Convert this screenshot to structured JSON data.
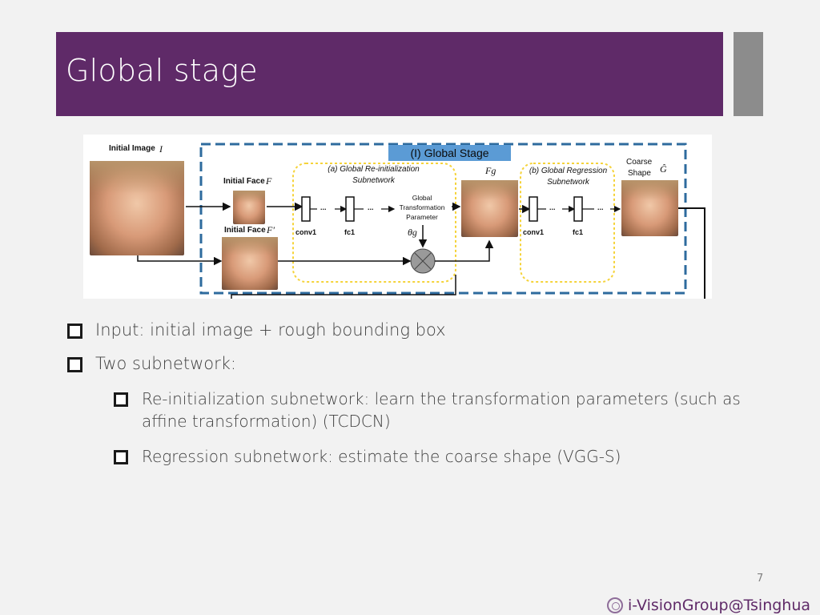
{
  "slide": {
    "title": "Global stage",
    "page_number": "7",
    "footer": "i-VisionGroup@Tsinghua"
  },
  "figure": {
    "stage_title": "(I) Global Stage",
    "initial_image": "Initial Image",
    "initial_image_sym": "I",
    "initial_face": "Initial Face",
    "initial_face_sym": "F",
    "initial_face_prime": "Initial Face",
    "initial_face_prime_sym": "F′",
    "sub_a_line1": "(a) Global Re-initialization",
    "sub_a_line2": "Subnetwork",
    "gtp_line1": "Global",
    "gtp_line2": "Transformation",
    "gtp_line3": "Parameter",
    "theta": "θg",
    "conv1_a": "conv1",
    "fc1_a": "fc1",
    "fg": "Fg",
    "sub_b_line1": "(b) Global Regression",
    "sub_b_line2": "Subnetwork",
    "conv1_b": "conv1",
    "fc1_b": "fc1",
    "coarse_line1": "Coarse",
    "coarse_line2": "Shape",
    "g_hat": "Ĝ",
    "dots": "..."
  },
  "bullets": [
    {
      "text": "Input: initial image + rough bounding box"
    },
    {
      "text": "Two subnetwork:"
    }
  ],
  "sub_bullets": [
    {
      "text": "Re-initialization subnetwork:  learn the transformation parameters (such as affine transformation)   (TCDCN)"
    },
    {
      "text": "Regression subnetwork:  estimate the coarse shape   (VGG-S)"
    }
  ],
  "colors": {
    "title_bar": "#5f2a68",
    "grey_tab": "#8c8c8c",
    "dashed_border": "#2e6b9e",
    "dotted_border": "#f5d33a",
    "stage_title_bg": "#5b9bd5",
    "bbox": "#e02020"
  }
}
